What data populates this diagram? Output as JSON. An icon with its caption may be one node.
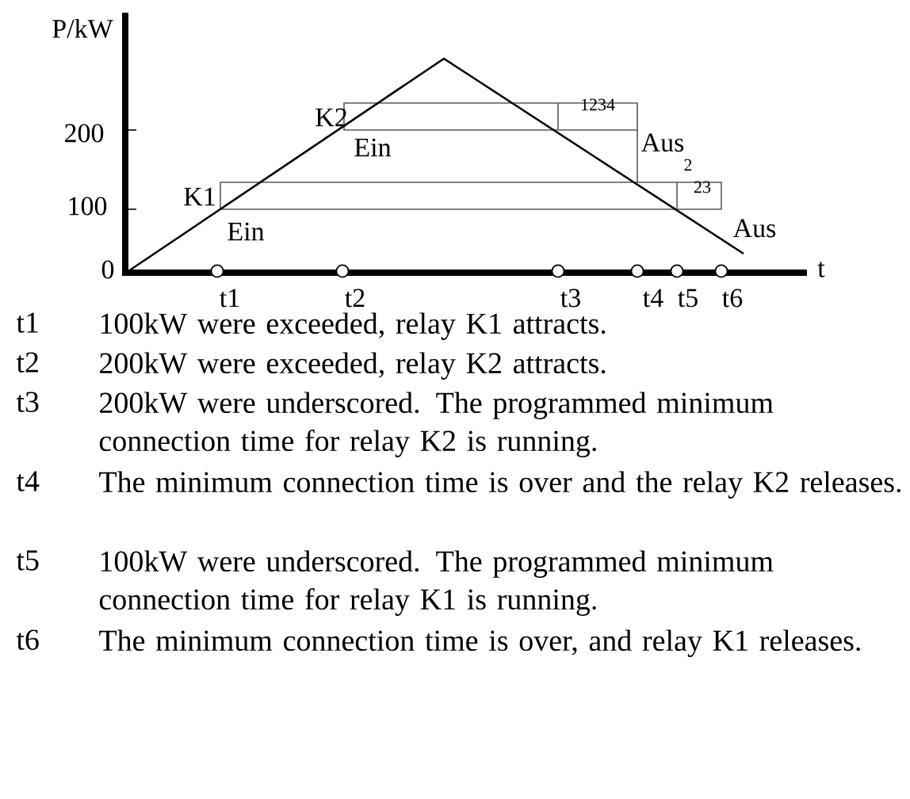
{
  "diagram": {
    "labels": [
      "P/kW",
      "200",
      "100",
      "0",
      "K2",
      "1234",
      "Ein",
      "Aus",
      "2",
      "K1",
      "23",
      "Ein",
      "Aus",
      "t",
      "t1",
      "t2",
      "t3",
      "t4",
      "t5",
      "t6",
      "t1",
      "100kW were exceeded, relay K1 attracts.",
      "t2",
      "200kW were exceeded, relay K2 attracts.",
      "t3",
      "200kW were underscored. The programmed minimum connection time for relay K2 is running.",
      "t4",
      "The minimum connection time is over and the relay K2 releases.",
      "t5",
      "100kW were underscored. The programmed minimum connection time for relay K1 is running.",
      "t6",
      "The minimum connection time is over, and relay K1 releases."
    ]
  }
}
